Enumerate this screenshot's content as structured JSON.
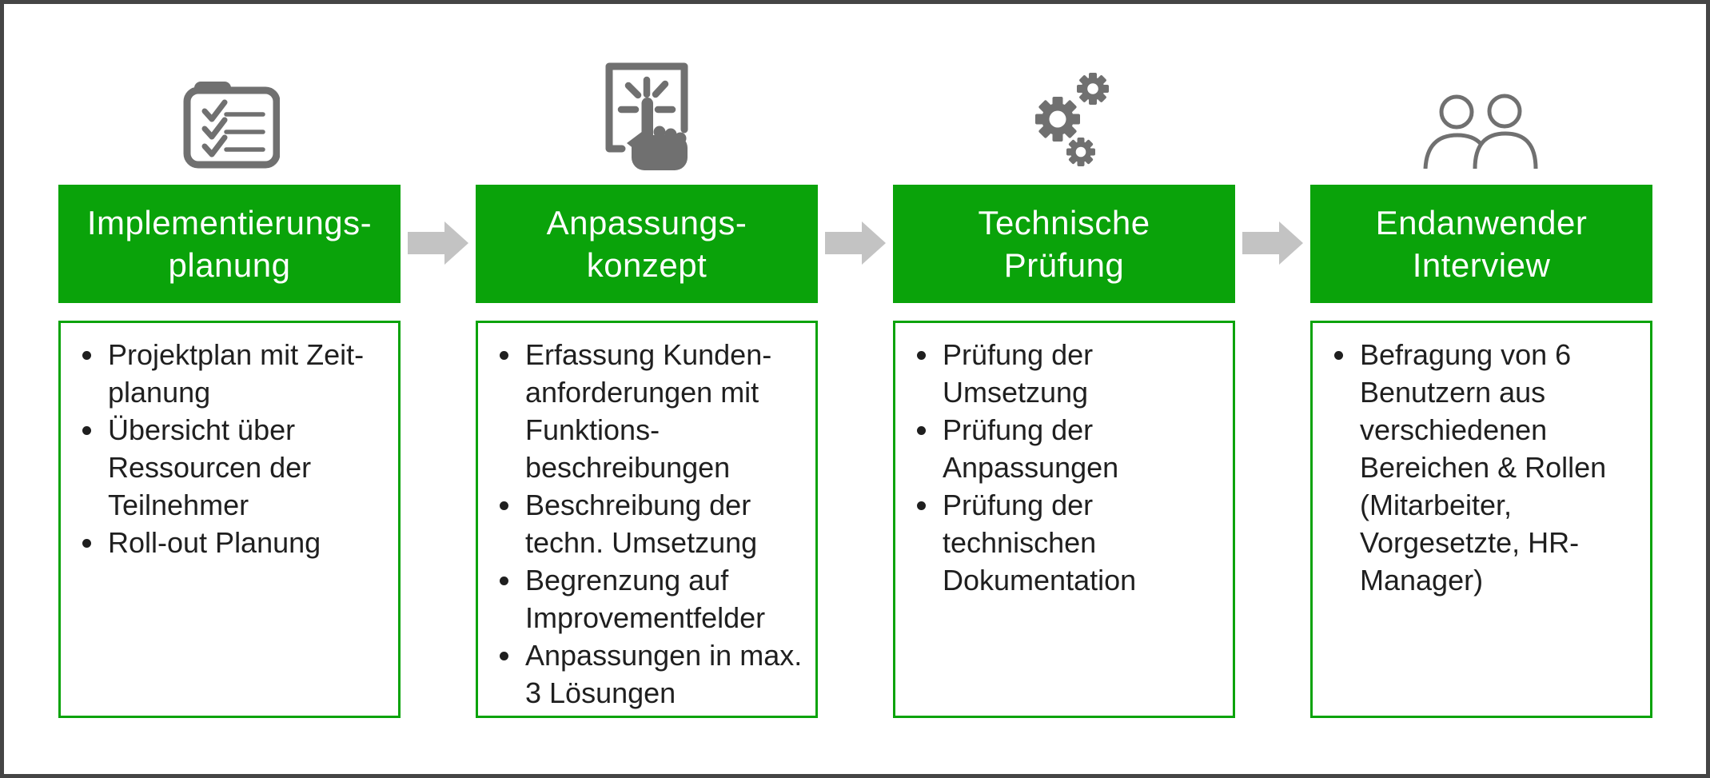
{
  "diagram": {
    "type": "process-flow",
    "connector_icon": "right-arrow-icon",
    "stages": [
      {
        "icon": "checklist-icon",
        "title_line1": "Implementierungs-",
        "title_line2": "planung",
        "bullets": [
          "Projektplan mit Zeit-planung",
          "Übersicht über Ressourcen der Teilnehmer",
          "Roll-out Planung"
        ]
      },
      {
        "icon": "touch-click-icon",
        "title_line1": "Anpassungs-",
        "title_line2": "konzept",
        "bullets": [
          "Erfassung Kunden-anforderungen mit Funktions-beschreibungen",
          "Beschreibung der techn. Umsetzung",
          "Begrenzung auf Improvementfelder",
          "Anpassungen in max. 3 Lösungen"
        ]
      },
      {
        "icon": "gears-icon",
        "title_line1": "Technische",
        "title_line2": "Prüfung",
        "bullets": [
          "Prüfung der Umsetzung",
          "Prüfung der Anpassungen",
          "Prüfung der technischen Dokumentation"
        ]
      },
      {
        "icon": "people-icon",
        "title_line1": "Endanwender",
        "title_line2": "Interview",
        "bullets": [
          "Befragung von 6 Benutzern aus verschiedenen Bereichen & Rollen (Mitarbeiter, Vorgesetzte, HR-Manager)"
        ]
      }
    ]
  },
  "colors": {
    "stage_green": "#0AA30A",
    "icon_gray": "#707070",
    "arrow_gray": "#C3C3C3",
    "frame_border": "#454545",
    "text_dark": "#1F1F1F",
    "header_text": "#FFFFFF",
    "background": "#FFFFFF"
  }
}
